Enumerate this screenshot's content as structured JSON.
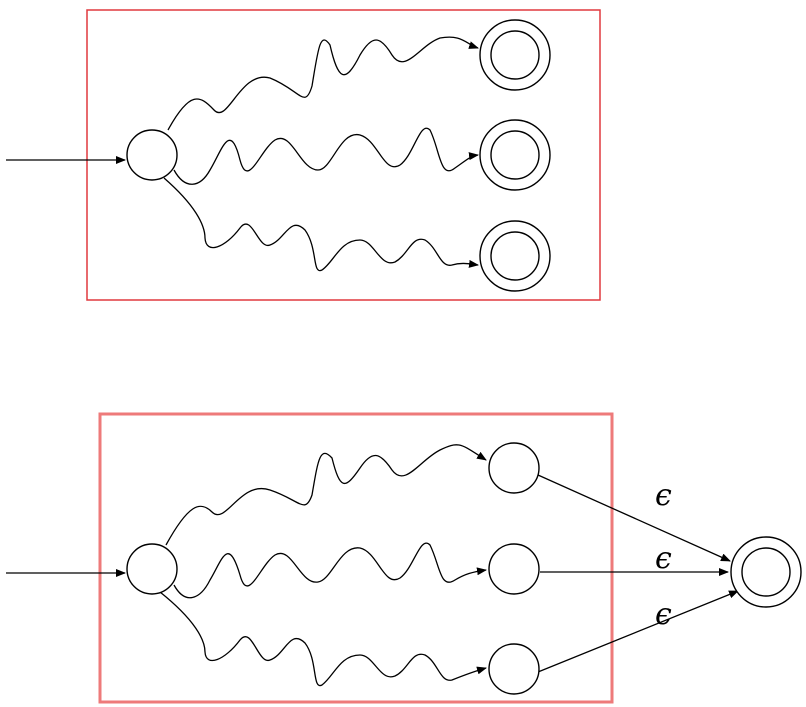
{
  "diagram_top": {
    "box_color": "#e0393e",
    "start_state": "circle",
    "final_states": [
      "double-circle",
      "double-circle",
      "double-circle"
    ]
  },
  "diagram_bottom": {
    "box_color": "#ee7a7a",
    "start_state": "circle",
    "inner_states": [
      "circle",
      "circle",
      "circle"
    ],
    "new_final_state": "double-circle",
    "epsilon_labels": [
      "ϵ",
      "ϵ",
      "ϵ"
    ]
  }
}
